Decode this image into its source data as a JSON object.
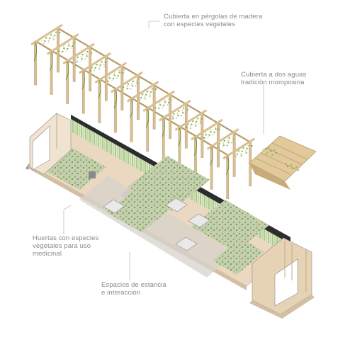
{
  "labels": {
    "pergola": {
      "line1": "Cubierta en pérgolas de madera",
      "line2": "con especies vegetales"
    },
    "gable": {
      "line1": "Cubierta a dos aguas",
      "line2": "tradición momposina"
    },
    "huertas": {
      "line1": "Huertas con especies",
      "line2": "vegetales para uso",
      "line3": "medicinal"
    },
    "espacios": {
      "line1": "Espacios de estancia",
      "line2": "e interacción"
    }
  },
  "colors": {
    "wood": "#d8bf94",
    "wood_dark": "#b79a6a",
    "vine": "#8fb55a",
    "vine_dark": "#5d8a34",
    "floor": "#ead8c0",
    "paving": "#cfcfcf",
    "wall": "#2d2d2d",
    "leader": "#bdbdbd"
  }
}
